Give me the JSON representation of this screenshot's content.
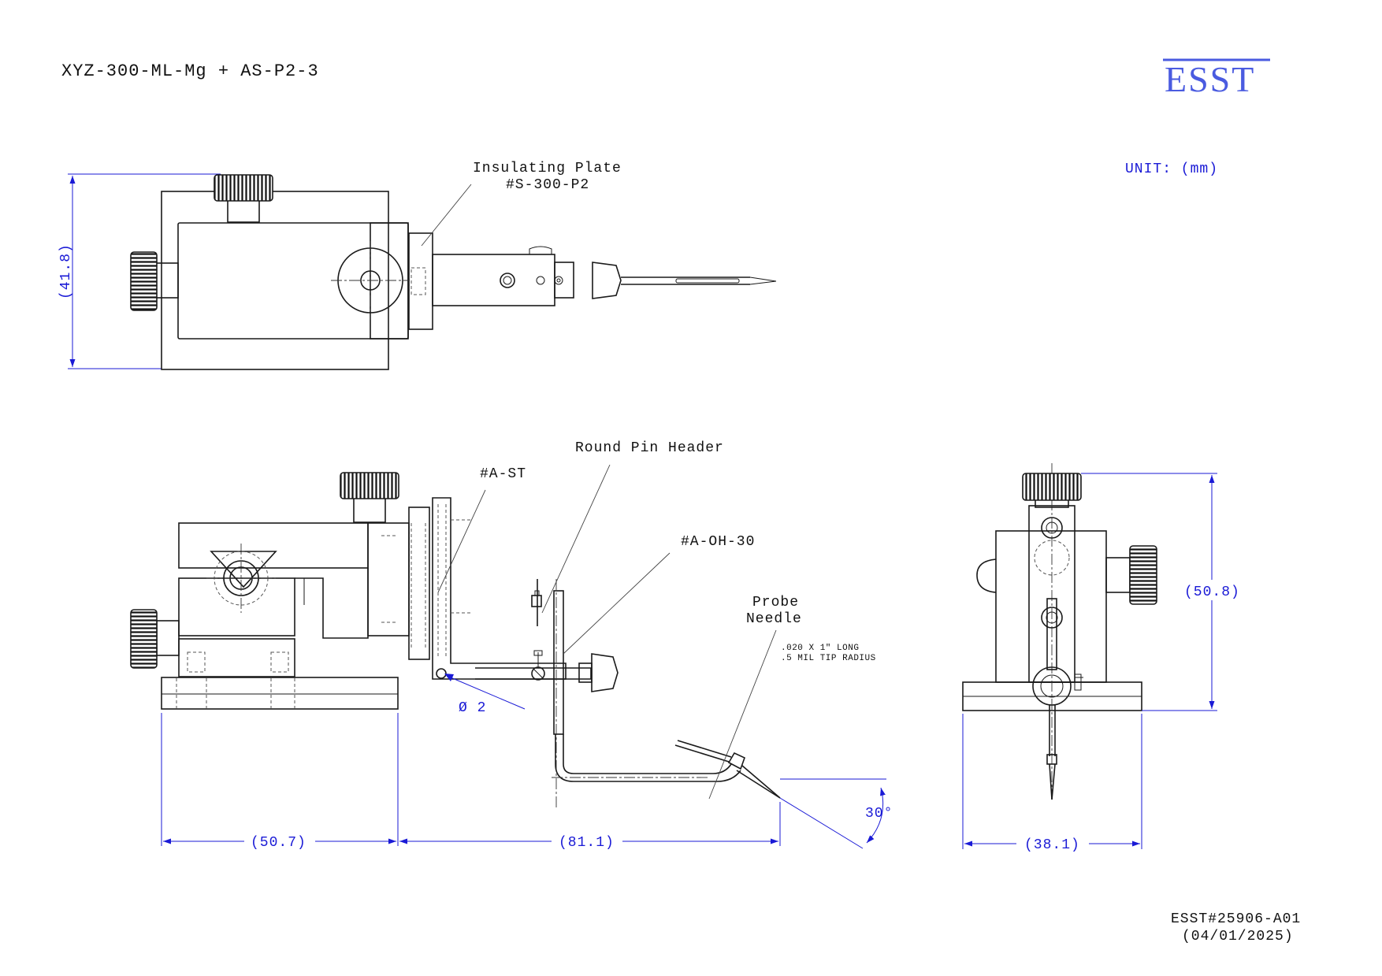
{
  "header": {
    "title": "XYZ-300-ML-Mg + AS-P2-3",
    "logo_text": "ESST",
    "unit": "UNIT: (mm)"
  },
  "colors": {
    "dimension": "#1a1ad6",
    "ink": "#1a1a1a",
    "logo": "#4a5be0"
  },
  "top_view": {
    "callout_insulating_plate": [
      "Insulating Plate",
      "#S-300-P2"
    ],
    "dim_height": "(41.8)"
  },
  "side_view": {
    "callout_round_pin_header": "Round Pin Header",
    "callout_ast": "#A-ST",
    "callout_aoh30": "#A-OH-30",
    "callout_probe_needle": [
      "Probe",
      "Needle"
    ],
    "needle_spec": [
      ".020 X 1\" LONG",
      ".5 MIL TIP RADIUS"
    ],
    "dim_diameter": "Ø 2",
    "dim_angle": "30°",
    "dim_base_length": "(50.7)",
    "dim_reach": "(81.1)"
  },
  "end_view": {
    "dim_height": "(50.8)",
    "dim_width": "(38.1)"
  },
  "footer": {
    "doc_number": "ESST#25906-A01",
    "date": "(04/01/2025)"
  }
}
